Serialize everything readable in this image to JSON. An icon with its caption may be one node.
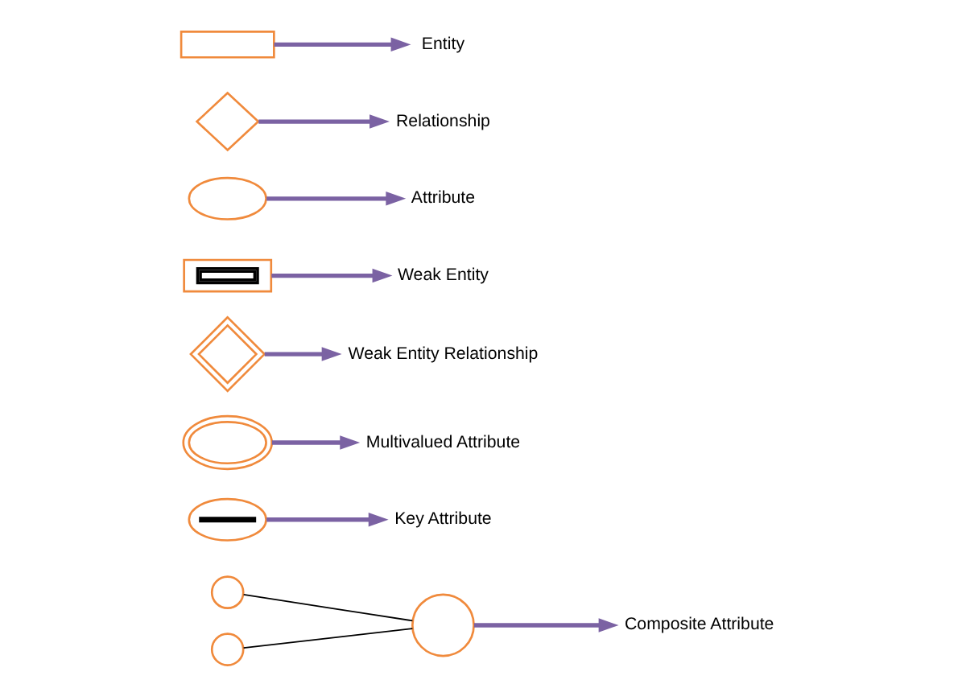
{
  "diagram": {
    "nodes": [
      {
        "text": [],
        "shape": "box"
      },
      {
        "text": [
          "Entity"
        ]
      },
      {
        "text": [],
        "shape": "diamond"
      },
      {
        "text": [
          "Relationship"
        ]
      },
      {
        "text": [],
        "shape": "ellipse"
      },
      {
        "text": [
          "Attribute"
        ]
      },
      {
        "text": [],
        "shape": "box"
      },
      {
        "text": [
          "Weak Entity"
        ]
      },
      {
        "text": [],
        "shape": "diamond"
      },
      {
        "text": [
          "Weak Entity Relationship"
        ]
      },
      {
        "text": [],
        "shape": "ellipse"
      },
      {
        "text": [
          "Multivalued Attribute"
        ]
      },
      {
        "text": [],
        "shape": "ellipse"
      },
      {
        "text": [
          "Key Attribute"
        ]
      },
      {
        "text": [],
        "shape": "circle"
      },
      {
        "text": [],
        "shape": "circle"
      },
      {
        "text": [],
        "shape": "circle"
      },
      {
        "text": [
          "Composite Attribute"
        ]
      }
    ],
    "edges": [
      {
        "from": 0,
        "to": 1,
        "arrow": "to"
      },
      {
        "from": 2,
        "to": 3,
        "arrow": "to"
      },
      {
        "from": 4,
        "to": 5,
        "arrow": "to"
      },
      {
        "from": 6,
        "to": 7,
        "arrow": "to"
      },
      {
        "from": 8,
        "to": 9,
        "arrow": "to"
      },
      {
        "from": 10,
        "to": 11,
        "arrow": "to"
      },
      {
        "from": 12,
        "to": 13,
        "arrow": "to"
      },
      {
        "from": 14,
        "to": 15,
        "arrow": "none",
        "color": "#000000"
      },
      {
        "from": 16,
        "to": 15,
        "arrow": "none",
        "color": "#000000"
      },
      {
        "from": 15,
        "to": 17,
        "arrow": "to"
      }
    ]
  }
}
